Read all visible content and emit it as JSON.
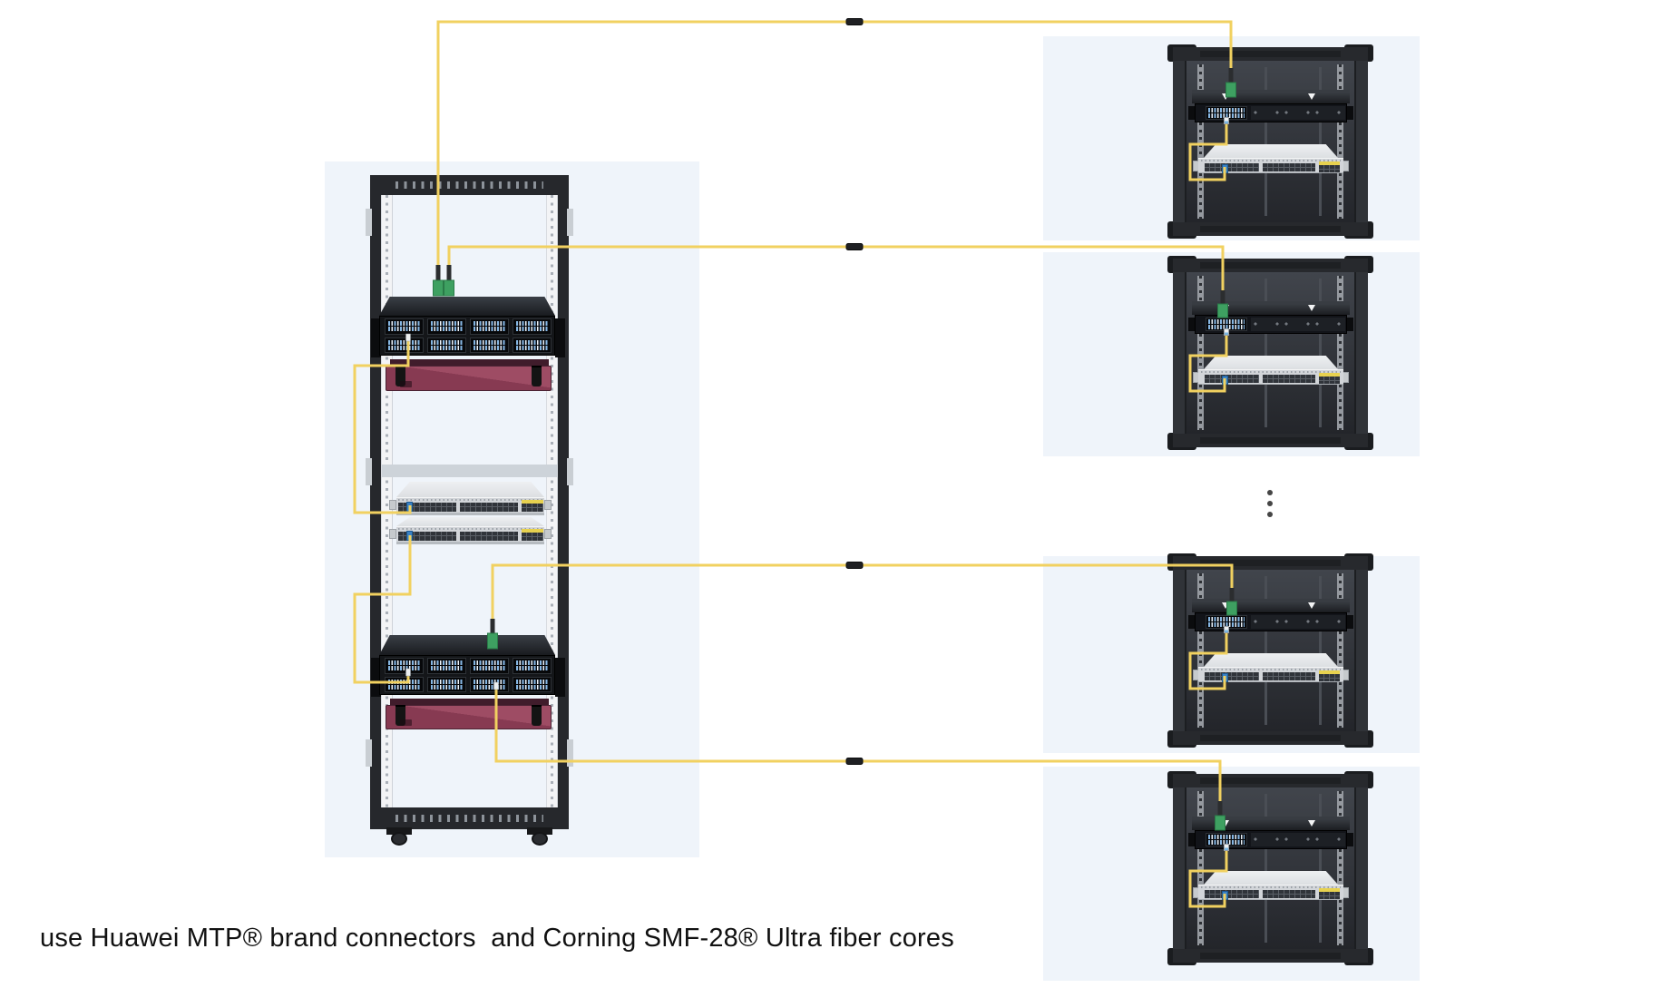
{
  "caption": {
    "text": "use Huawei MTP® brand connectors  and Corning SMF-28® Ultra fiber cores"
  },
  "colors": {
    "backdrop_blue": "#eff4fa",
    "cable_yellow": "#f1d160",
    "mpo_green": "#3ea061",
    "port_blue": "#3b82c4",
    "maroon": "#8e3c55",
    "rack_black": "#26282c",
    "cabinet_frame": "#27292d",
    "switch_body": "#d2d5d9",
    "label_yellow": "#e7d14f",
    "text_color": "#111111"
  },
  "left_rack": {
    "name": "main-distribution-rack",
    "devices": [
      "mtp-fiber-patch-panel-upper",
      "fiber-enclosure-upper",
      "switch-1",
      "switch-2",
      "mtp-fiber-patch-panel-lower",
      "fiber-enclosure-lower"
    ]
  },
  "right_racks": [
    {
      "name": "edge-rack-1"
    },
    {
      "name": "edge-rack-2"
    },
    {
      "name": "edge-rack-3"
    },
    {
      "name": "edge-rack-4"
    }
  ],
  "more_racks_indicator": {
    "dots": 3
  }
}
